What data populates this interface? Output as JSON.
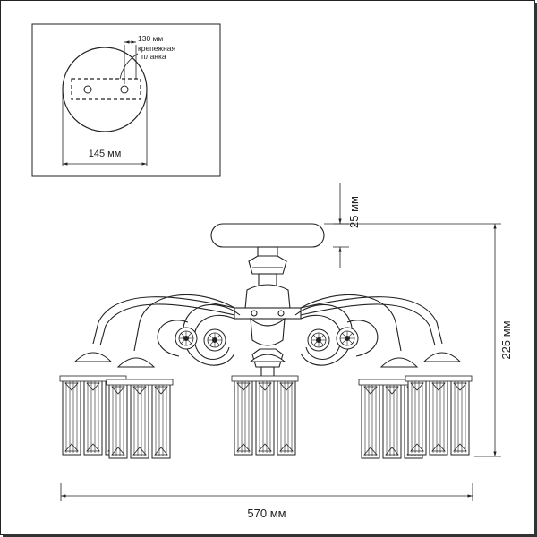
{
  "inset": {
    "mount_width_label": "130 мм",
    "mount_name_line1": "крепежная",
    "mount_name_line2": "планка",
    "base_diameter_label": "145 мм"
  },
  "main": {
    "canopy_height_label": "25 мм",
    "total_height_label": "225 мм",
    "total_width_label": "570 мм"
  },
  "colors": {
    "stroke": "#222222",
    "background": "#ffffff"
  }
}
